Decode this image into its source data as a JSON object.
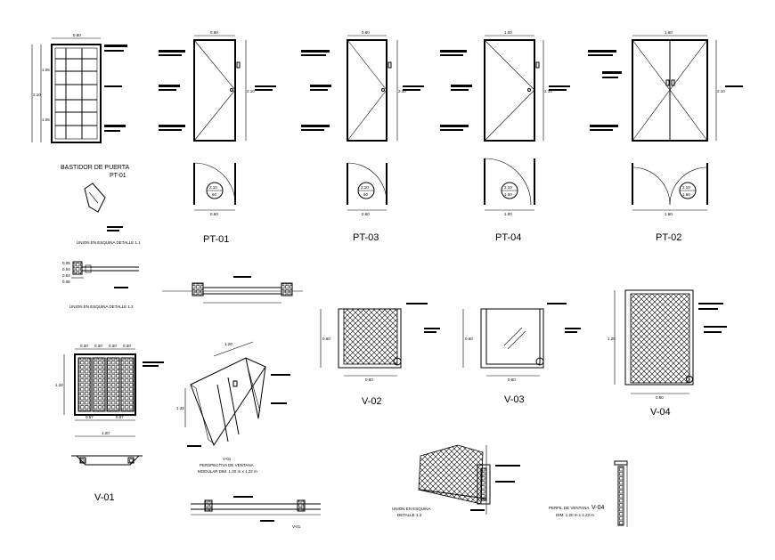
{
  "doors": {
    "pt01": {
      "label": "PT-01",
      "width": "0.60",
      "height": "2.10",
      "tag_top": "2.10",
      "tag_bottom": "60"
    },
    "pt03": {
      "label": "PT-03",
      "width": "0.60",
      "height": "2.10",
      "tag_top": "2.10",
      "tag_bottom": "60"
    },
    "pt04": {
      "label": "PT-04",
      "width": "1.00",
      "height": "2.10",
      "tag_top": "2.10",
      "tag_bottom": "1.00"
    },
    "pt02": {
      "label": "PT-02",
      "width": "1.60",
      "height": "2.10",
      "tag_top": "2.10",
      "tag_bottom": "1.60"
    }
  },
  "frame": {
    "title": "BASTIDOR DE PUERTA",
    "subtitle": "PT-01",
    "width": "0.60",
    "height": "2.10",
    "upper": "1.05",
    "lower": "1.05"
  },
  "details": {
    "union_11": "UNION EN ESQUINA DETALLE 1.1",
    "union_12": "UNION EN ESQUINA DETALLE 1.2",
    "union_13_line1": "UNION EN ESQUINA",
    "union_13_line2": "DETALLE 1.3",
    "dims_12": [
      "0.05",
      "0.04",
      "0.04",
      "0.06"
    ]
  },
  "windows": {
    "v01": {
      "label": "V-01",
      "width": "1.20",
      "height": "1.22",
      "top_dims": [
        "0.30",
        "0.30",
        "0.30",
        "0.30"
      ],
      "mid_dims": [
        "0.57",
        "0.57"
      ]
    },
    "v02": {
      "label": "V-02",
      "width": "0.60",
      "height": "0.60"
    },
    "v03": {
      "label": "V-03",
      "width": "0.60",
      "height": "0.60"
    },
    "v04": {
      "label": "V-04",
      "width": "0.60",
      "height": "1.20"
    }
  },
  "perspective": {
    "code": "V-01",
    "line1": "PERSPECTIVA DE VENTANA",
    "line2": "MODULAR DIM. 1.20 m x 1.22 m",
    "dim_top": "1.20",
    "dim_side": "1.22"
  },
  "profile": {
    "line1": "PERFIL DE VENTANA",
    "code": "V-04",
    "line2": "DIM. 1.20 m x 1.22 m"
  },
  "section_bottom": {
    "code": "V-01"
  }
}
